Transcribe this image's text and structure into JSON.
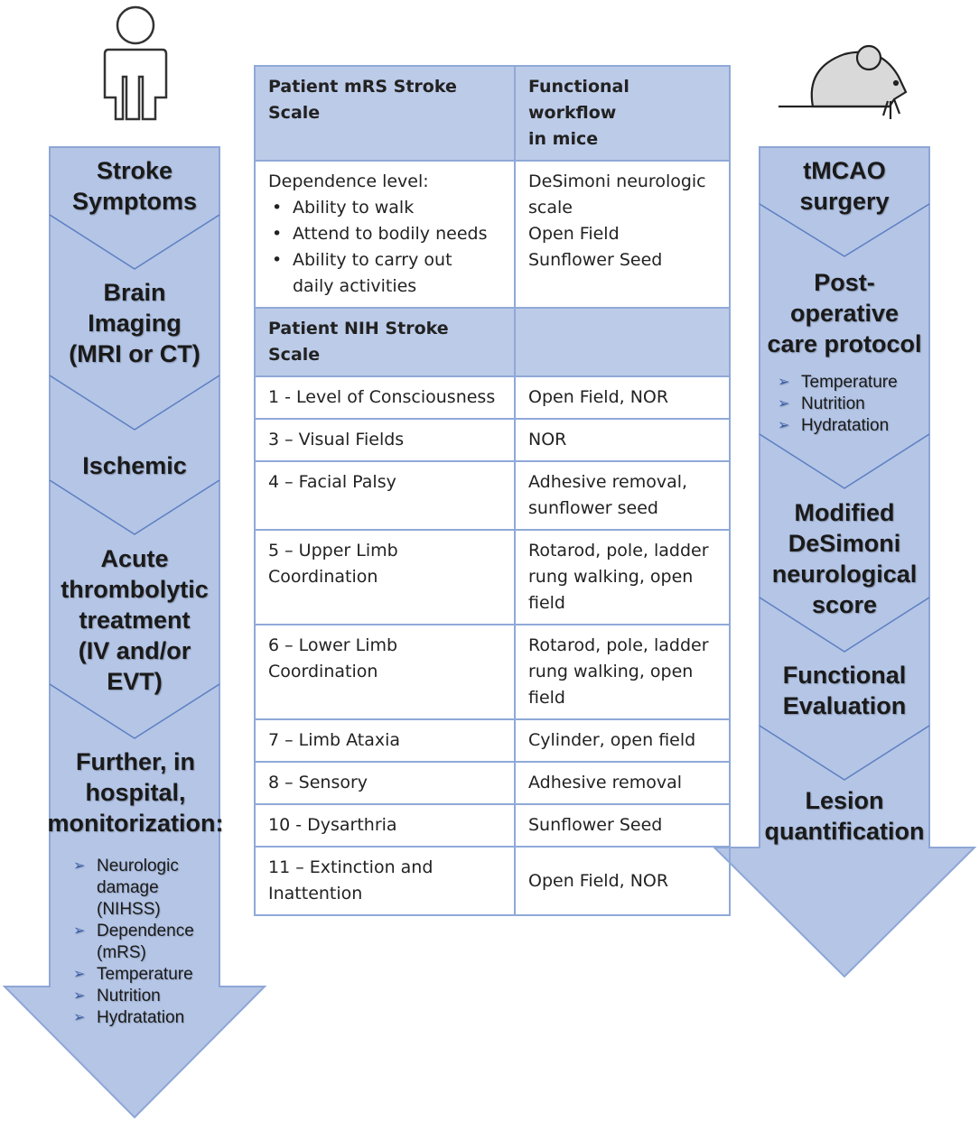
{
  "left_flow": {
    "steps": [
      {
        "label": "Stroke\nSymptoms"
      },
      {
        "label": "Brain\nImaging\n(MRI or CT)"
      },
      {
        "label": "Ischemic"
      },
      {
        "label": "Acute\nthrombolytic\ntreatment\n(IV and/or\nEVT)"
      },
      {
        "label": "Further, in\nhospital,\nmonitorization:"
      }
    ],
    "bullets": [
      "Neurologic\ndamage\n(NIHSS)",
      "Dependence\n(mRS)",
      "Temperature",
      "Nutrition",
      "Hydratation"
    ]
  },
  "right_flow": {
    "steps": [
      {
        "label": "tMCAO\nsurgery"
      },
      {
        "label": "Post-\noperative\ncare protocol"
      },
      {
        "label": "Modified\nDeSimoni\nneurological\nscore"
      },
      {
        "label": "Functional\nEvaluation"
      },
      {
        "label": "Lesion\nquantification"
      }
    ],
    "bullets": [
      "Temperature",
      "Nutrition",
      "Hydratation"
    ]
  },
  "table": {
    "mrs_header": "Patient mRS Stroke Scale",
    "workflow_header": "Functional workflow\nin mice",
    "dependence_title": "Dependence level:",
    "dependence_items": [
      "Ability to walk",
      "Attend to bodily needs",
      "Ability to carry out\ndaily activities"
    ],
    "mrs_tests": "DeSimoni neurologic\nscale\nOpen Field\nSunflower Seed",
    "nih_header": "Patient NIH Stroke Scale",
    "rows": [
      {
        "item": "1 - Level of Consciousness",
        "test": "Open Field, NOR"
      },
      {
        "item": "3 – Visual Fields",
        "test": "NOR"
      },
      {
        "item": "4 – Facial Palsy",
        "test": "Adhesive removal,\nsunflower seed"
      },
      {
        "item": "5 – Upper Limb\nCoordination",
        "test": "Rotarod, pole, ladder\nrung walking, open\nfield"
      },
      {
        "item": "6 – Lower Limb\nCoordination",
        "test": "Rotarod, pole, ladder\nrung walking, open\nfield"
      },
      {
        "item": "7 – Limb Ataxia",
        "test": "Cylinder, open field"
      },
      {
        "item": "8 – Sensory",
        "test": "Adhesive removal"
      },
      {
        "item": "10 - Dysarthria",
        "test": "Sunflower Seed"
      },
      {
        "item": "11 – Extinction and\nInattention",
        "test": "Open Field, NOR"
      }
    ]
  },
  "icons": {
    "left": "person-icon",
    "right": "mouse-icon"
  },
  "colors": {
    "arrow_fill": "#b4c5e6",
    "arrow_stroke": "#8ea6d6",
    "table_header": "#bccbe8",
    "table_border": "#8fa9d8"
  }
}
